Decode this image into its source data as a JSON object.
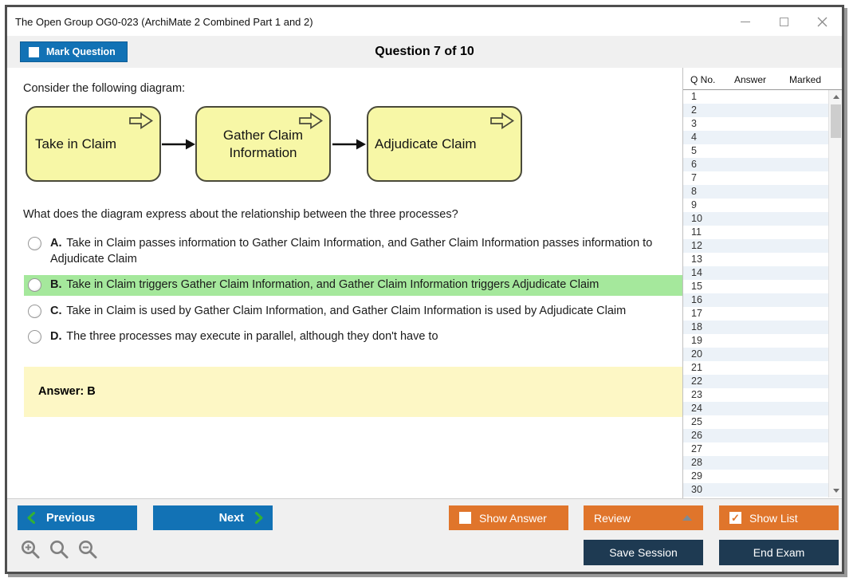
{
  "window": {
    "title": "The Open Group OG0-023 (ArchiMate 2 Combined Part 1 and 2)"
  },
  "header": {
    "mark_question_label": "Mark Question",
    "mark_question_checked": false,
    "question_counter": "Question 7 of 10"
  },
  "main": {
    "prompt": "Consider the following diagram:"
  },
  "diagram": {
    "type": "archimate-business-process-flow",
    "processes": [
      {
        "label": "Take in Claim"
      },
      {
        "label": "Gather Claim Information"
      },
      {
        "label": "Adjudicate Claim"
      }
    ],
    "connections": [
      {
        "from": "Take in Claim",
        "to": "Gather Claim Information",
        "style": "solid-arrow"
      },
      {
        "from": "Gather Claim Information",
        "to": "Adjudicate Claim",
        "style": "solid-arrow"
      }
    ],
    "box_fill": "#f7f7a6",
    "box_border": "#4a4a3a"
  },
  "question": {
    "text": "What does the diagram express about the relationship between the three processes?",
    "options": [
      {
        "letter": "A.",
        "text": "Take in Claim passes information to Gather Claim Information, and Gather Claim Information passes information to Adjudicate Claim",
        "highlighted": false
      },
      {
        "letter": "B.",
        "text": "Take in Claim triggers Gather Claim Information, and Gather Claim Information triggers Adjudicate Claim",
        "highlighted": true
      },
      {
        "letter": "C.",
        "text": "Take in Claim is used by Gather Claim Information, and Gather Claim Information is used by Adjudicate Claim",
        "highlighted": false
      },
      {
        "letter": "D.",
        "text": "The three processes may execute in parallel, although they don't have to",
        "highlighted": false
      }
    ],
    "answer_label": "Answer: B",
    "highlight_color": "#a5e89c",
    "answer_box_color": "#fdf7c5"
  },
  "sidebar": {
    "columns": [
      "Q No.",
      "Answer",
      "Marked"
    ],
    "q_numbers": [
      "1",
      "2",
      "3",
      "4",
      "5",
      "6",
      "7",
      "8",
      "9",
      "10",
      "11",
      "12",
      "13",
      "14",
      "15",
      "16",
      "17",
      "18",
      "19",
      "20",
      "21",
      "22",
      "23",
      "24",
      "25",
      "26",
      "27",
      "28",
      "29",
      "30"
    ]
  },
  "footer": {
    "previous_label": "Previous",
    "next_label": "Next",
    "show_answer_label": "Show Answer",
    "show_answer_checked": false,
    "review_label": "Review",
    "show_list_label": "Show List",
    "show_list_checked": true,
    "save_session_label": "Save Session",
    "end_exam_label": "End Exam"
  },
  "icons": {
    "minimize": "minimize-icon",
    "maximize": "maximize-icon",
    "close": "close-icon",
    "previous_chevron": "chevron-left-icon",
    "next_chevron": "chevron-right-icon",
    "review_dropdown": "triangle-up-icon",
    "show_list_check": "✓",
    "process_badge": "archimate-process-arrow-icon",
    "zoom_in": "magnifier-plus-icon",
    "zoom_reset": "magnifier-icon",
    "zoom_out": "magnifier-minus-icon"
  },
  "colors": {
    "accent_blue": "#1272b5",
    "accent_orange": "#e0752b",
    "accent_navy": "#1e3a52",
    "chevron_green": "#33b133",
    "bar_gray": "#f0f0f0"
  }
}
